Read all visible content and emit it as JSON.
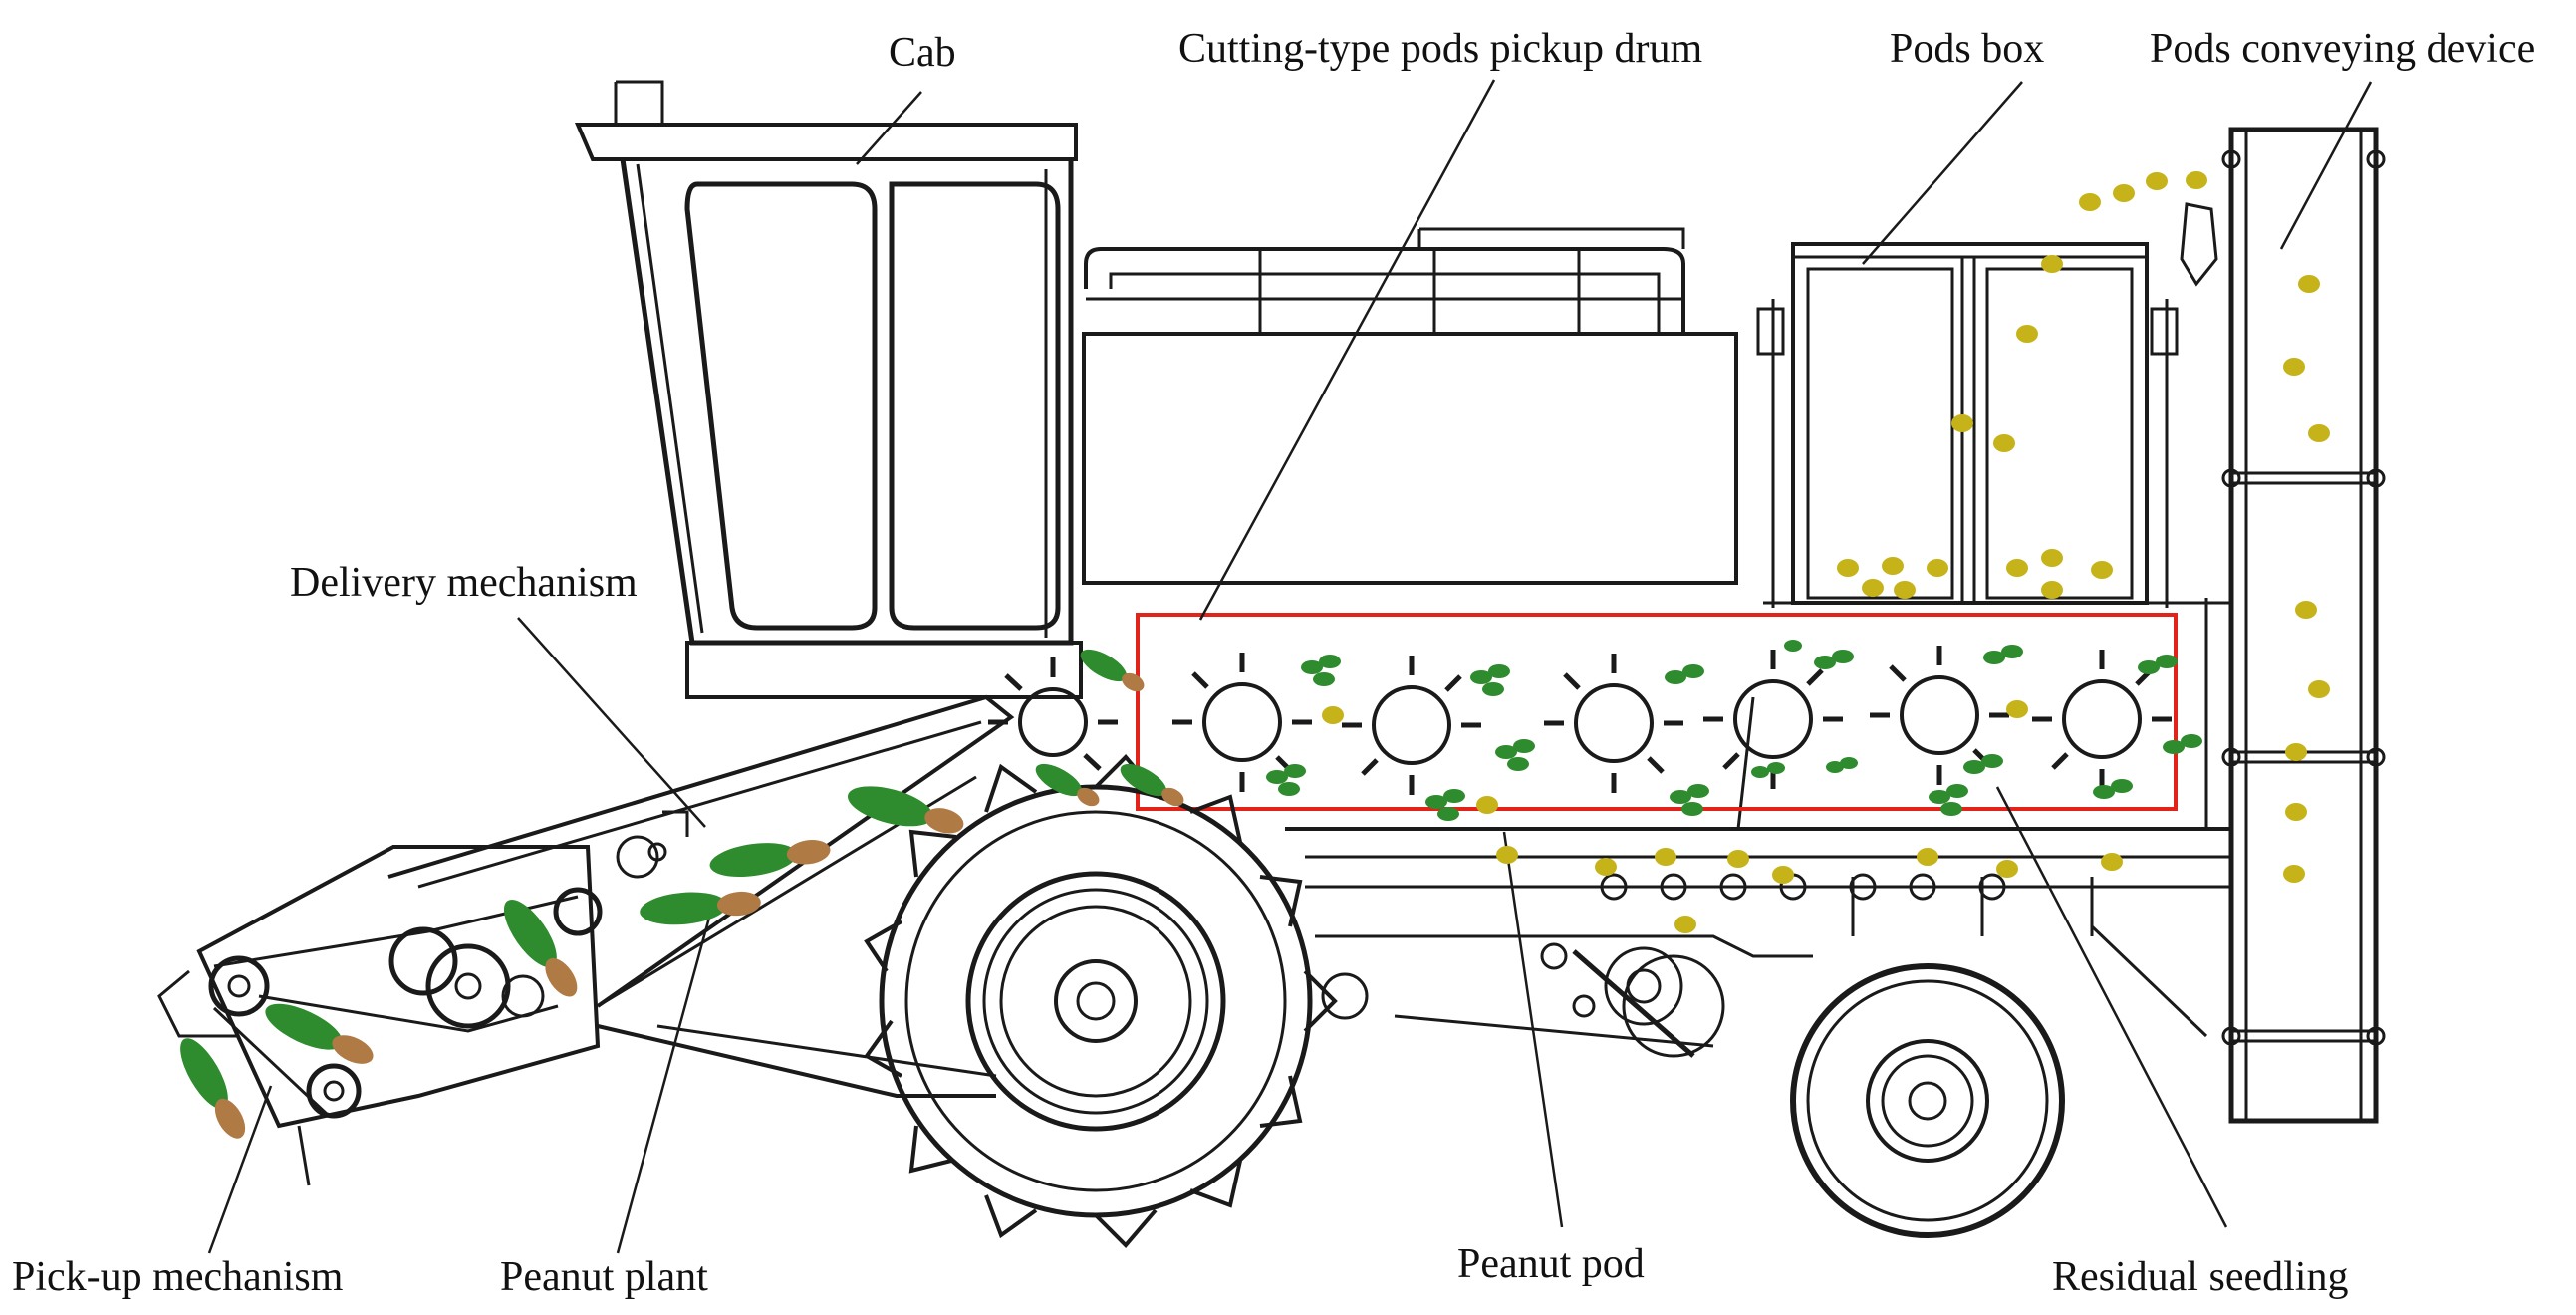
{
  "diagram": {
    "subject": "peanut combine harvester side view",
    "colors": {
      "line": "#1a1a1a",
      "highlight": "#e2231a",
      "pod": "#c6b319",
      "plant": "#2e8b2e",
      "root": "#b07a45"
    },
    "labels": {
      "cab": "Cab",
      "pickup_drum": "Cutting-type pods pickup drum",
      "pods_box": "Pods box",
      "conveying_device": "Pods conveying device",
      "delivery": "Delivery mechanism",
      "pickup_mechanism": "Pick-up mechanism",
      "peanut_plant": "Peanut plant",
      "peanut_pod": "Peanut pod",
      "residual_seedling": "Residual seedling"
    }
  }
}
